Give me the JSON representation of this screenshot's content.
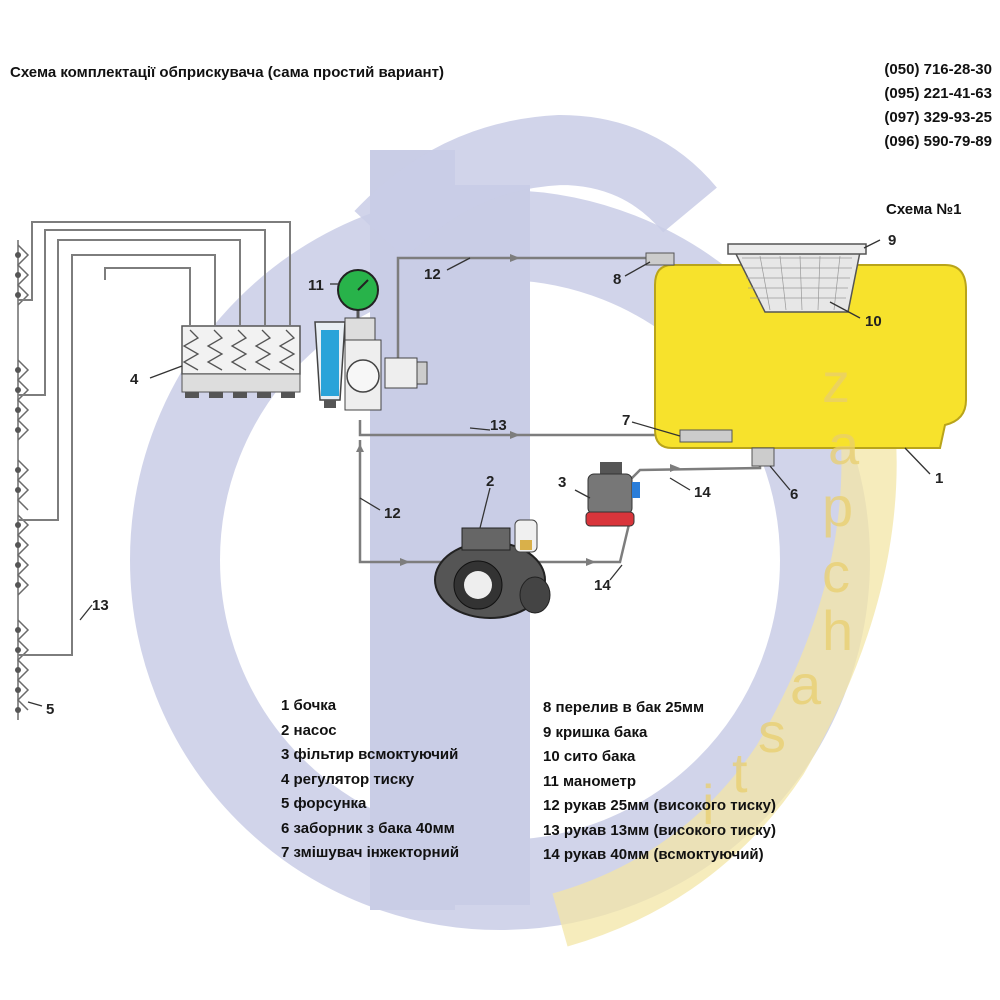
{
  "title": "Схема комплектації обприскувача (сама простий вариант)",
  "phones": [
    "(050) 716-28-30",
    "(095) 221-41-63",
    "(097) 329-93-25",
    "(096) 590-79-89"
  ],
  "scheme_label": "Схема №1",
  "watermark_letters": [
    "z",
    "a",
    "p",
    "c",
    "h",
    "a",
    "s",
    "t",
    "i"
  ],
  "legend_left": [
    "1 бочка",
    "2 насос",
    "3 фільтир всмоктуючий",
    "4 регулятор тиску",
    "5 форсунка",
    "6 заборник з  бака 40мм",
    "7 змішувач інжекторний"
  ],
  "legend_right": [
    "8 перелив в бак 25мм",
    "9 кришка бака",
    "10 сито бака",
    "11 манометр",
    "12 рукав 25мм (високого тиску)",
    "13 рукав 13мм (високого тиску)",
    "14 рукав 40мм (всмоктуючий)"
  ],
  "callouts": {
    "n1": "1",
    "n2": "2",
    "n3": "3",
    "n4": "4",
    "n5": "5",
    "n6": "6",
    "n7": "7",
    "n8": "8",
    "n9": "9",
    "n10": "10",
    "n11": "11",
    "n12a": "12",
    "n12b": "12",
    "n13a": "13",
    "n13b": "13",
    "n14a": "14",
    "n14b": "14"
  },
  "colors": {
    "tank": "#f7e22c",
    "tank_outline": "#b9a41a",
    "gauge": "#28b34a",
    "filter_cap": "#d9353b",
    "pipe": "#7d7d7d",
    "logo": "#c9cde6"
  }
}
